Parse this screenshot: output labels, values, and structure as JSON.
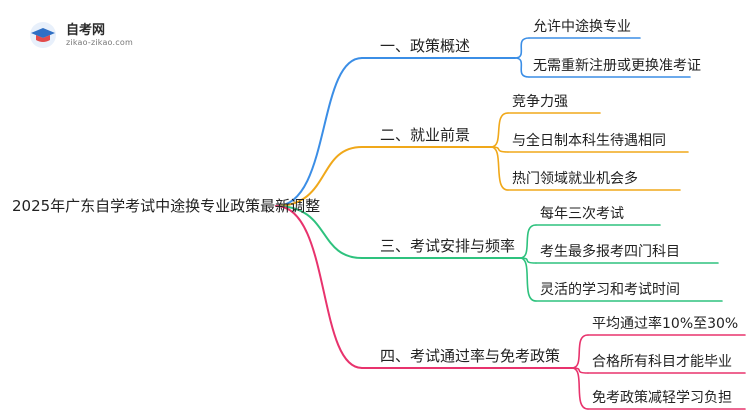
{
  "logo": {
    "title": "自考网",
    "url": "zikao-zikao.com",
    "icon": "graduation-cap-icon"
  },
  "mindmap": {
    "root": "2025年广东自学考试中途换专业政策最新调整",
    "branches": [
      {
        "label": "一、政策概述",
        "color": "#3b8ee6",
        "children": [
          "允许中途换专业",
          "无需重新注册或更换准考证"
        ]
      },
      {
        "label": "二、就业前景",
        "color": "#f0a81a",
        "children": [
          "竞争力强",
          "与全日制本科生待遇相同",
          "热门领域就业机会多"
        ]
      },
      {
        "label": "三、考试安排与频率",
        "color": "#2ec27e",
        "children": [
          "每年三次考试",
          "考生最多报考四门科目",
          "灵活的学习和考试时间"
        ]
      },
      {
        "label": "四、考试通过率与免考政策",
        "color": "#e8336d",
        "children": [
          "平均通过率10%至30%",
          "合格所有科目才能毕业",
          "免考政策减轻学习负担"
        ]
      }
    ]
  }
}
